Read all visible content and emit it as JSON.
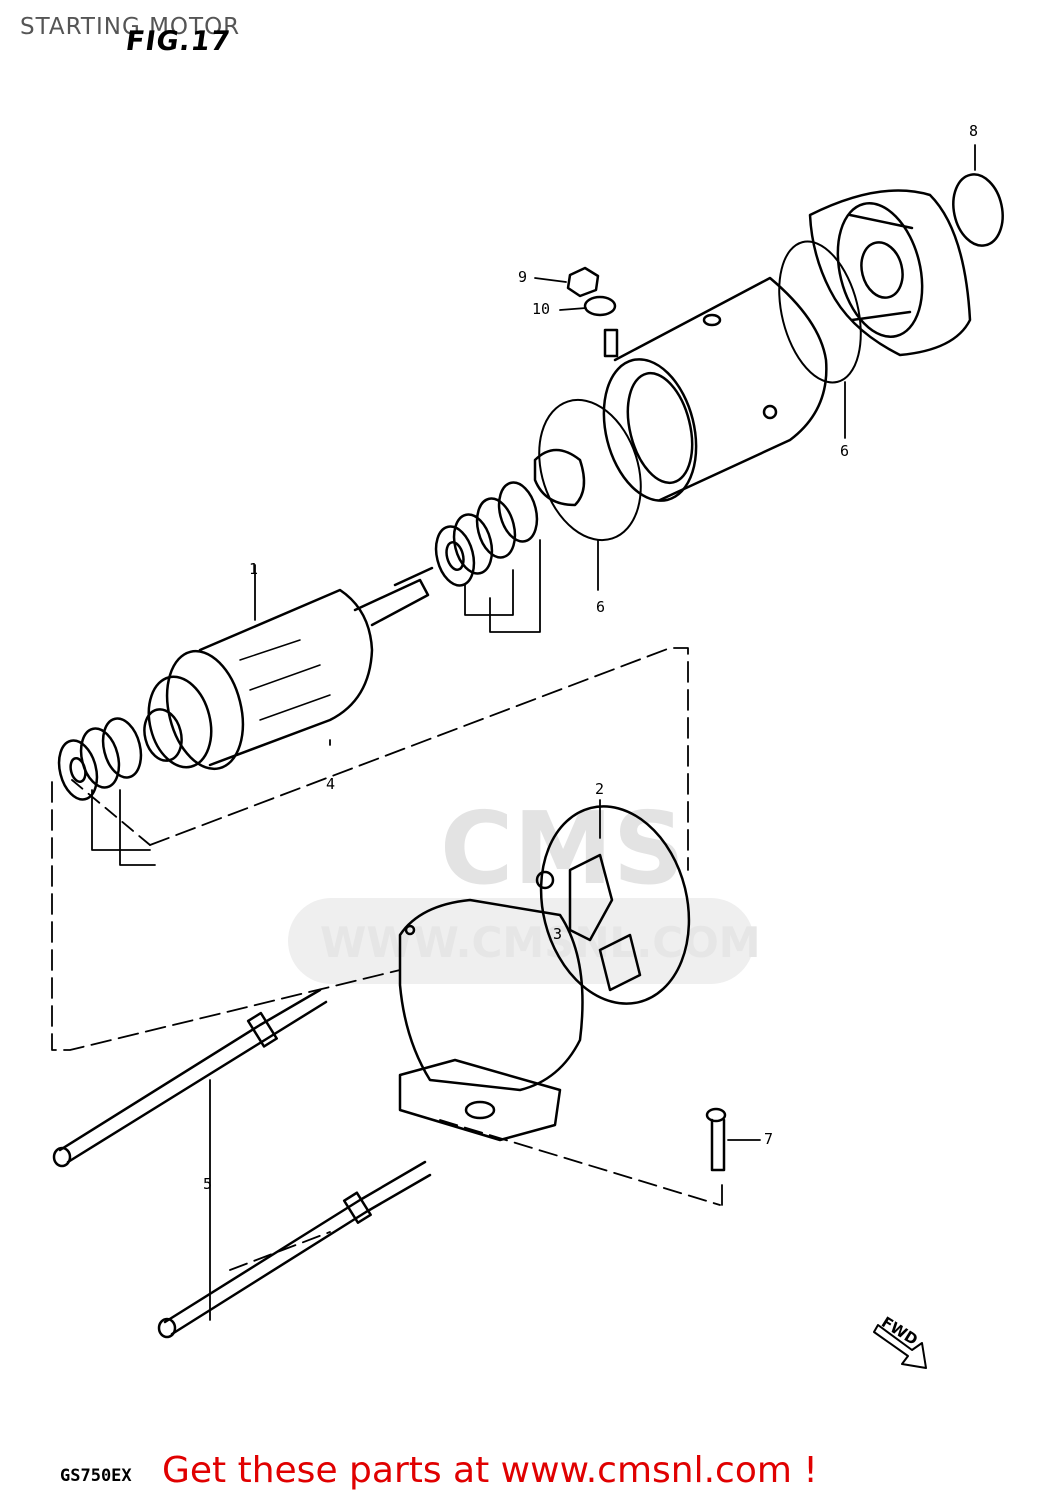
{
  "page_title": "STARTING MOTOR",
  "figure_label": "FIG.17",
  "model_code": "GS750EX",
  "footer_link": "Get these parts at www.cmsnl.com !",
  "watermark": {
    "brand": "CMS",
    "url": "WWW.CMSNL.COM"
  },
  "fwd_marker": "FWD",
  "callouts": {
    "c1": "1",
    "c2": "2",
    "c3": "3",
    "c4": "4",
    "c5": "5",
    "c6a": "6",
    "c6b": "6",
    "c7": "7",
    "c8": "8",
    "c9": "9",
    "c10": "10"
  },
  "colors": {
    "link": "#e00000",
    "line": "#000000",
    "watermark": "#e3e3e3"
  }
}
